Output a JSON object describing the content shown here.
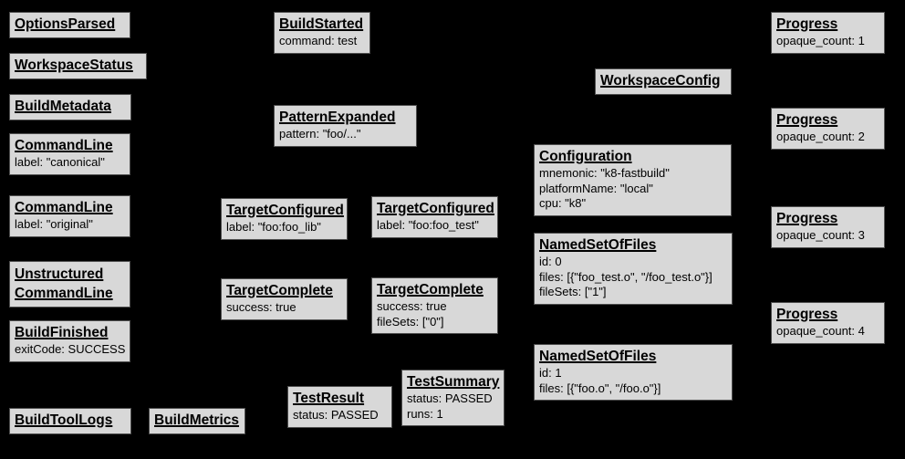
{
  "colors": {
    "background": "#000000",
    "node_fill": "#d8d8d8",
    "node_border": "#4f4f4f",
    "text": "#000000"
  },
  "nodes": [
    {
      "title": "OptionsParsed",
      "details": []
    },
    {
      "title": "WorkspaceStatus",
      "details": []
    },
    {
      "title": "BuildMetadata",
      "details": []
    },
    {
      "title": "CommandLine",
      "details": [
        "label: \"canonical\""
      ]
    },
    {
      "title": "CommandLine",
      "details": [
        "label: \"original\""
      ]
    },
    {
      "title": "Unstructured CommandLine",
      "details": []
    },
    {
      "title": "BuildFinished",
      "details": [
        "exitCode: SUCCESS"
      ]
    },
    {
      "title": "BuildToolLogs",
      "details": []
    },
    {
      "title": "BuildMetrics",
      "details": []
    },
    {
      "title": "BuildStarted",
      "details": [
        "command: test"
      ]
    },
    {
      "title": "PatternExpanded",
      "details": [
        "pattern: \"foo/...\""
      ]
    },
    {
      "title": "TargetConfigured",
      "details": [
        "label: \"foo:foo_lib\""
      ]
    },
    {
      "title": "TargetConfigured",
      "details": [
        "label: \"foo:foo_test\""
      ]
    },
    {
      "title": "TargetComplete",
      "details": [
        "success: true"
      ]
    },
    {
      "title": "TargetComplete",
      "details": [
        "success: true",
        "fileSets: [\"0\"]"
      ]
    },
    {
      "title": "TestResult",
      "details": [
        "status: PASSED"
      ]
    },
    {
      "title": "TestSummary",
      "details": [
        "status: PASSED",
        "runs: 1"
      ]
    },
    {
      "title": "WorkspaceConfig",
      "details": []
    },
    {
      "title": "Configuration",
      "details": [
        "mnemonic: \"k8-fastbuild\"",
        "platformName: \"local\"",
        "cpu: \"k8\""
      ]
    },
    {
      "title": "NamedSetOfFiles",
      "details": [
        "id: 0",
        "files: [{\"foo_test.o\", \"/foo_test.o\"}]",
        "fileSets: [\"1\"]"
      ]
    },
    {
      "title": "NamedSetOfFiles",
      "details": [
        "id: 1",
        "files: [{\"foo.o\", \"/foo.o\"}]"
      ]
    },
    {
      "title": "Progress",
      "details": [
        "opaque_count: 1"
      ]
    },
    {
      "title": "Progress",
      "details": [
        "opaque_count: 2"
      ]
    },
    {
      "title": "Progress",
      "details": [
        "opaque_count: 3"
      ]
    },
    {
      "title": "Progress",
      "details": [
        "opaque_count: 4"
      ]
    }
  ]
}
